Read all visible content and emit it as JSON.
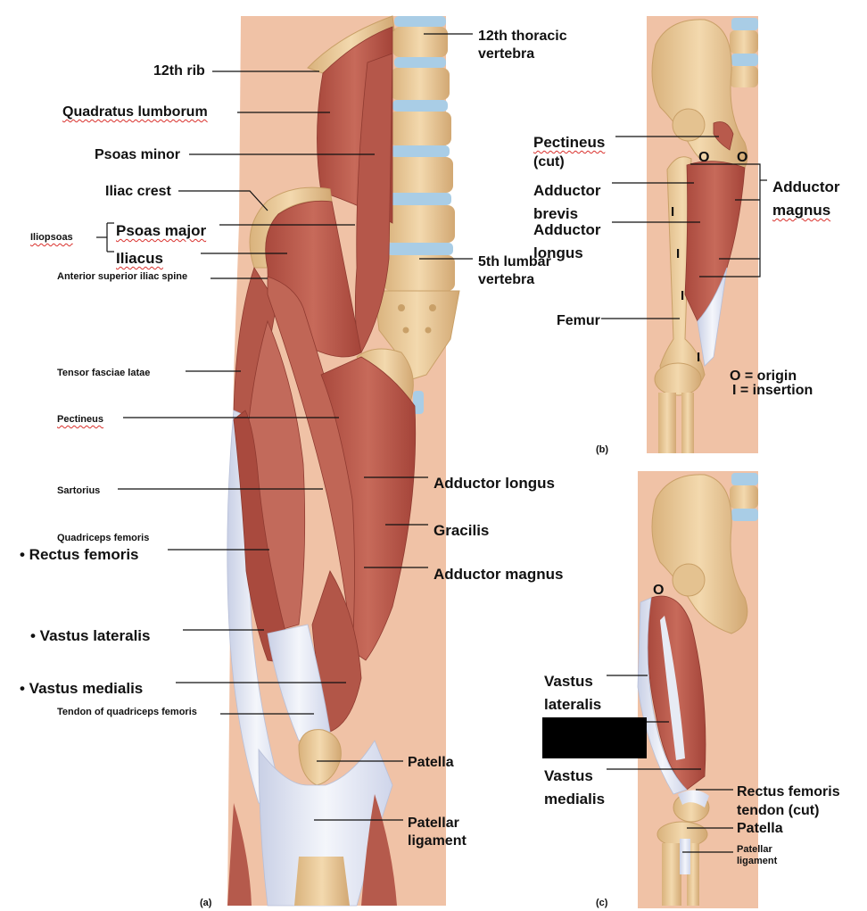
{
  "panel_a": {
    "panel_label": "(a)",
    "labels": {
      "rib12": "12th rib",
      "thoracic12_l1": "12th thoracic",
      "thoracic12_l2": "vertebra",
      "quadratus": "Quadratus lumborum",
      "psoas_minor": "Psoas minor",
      "iliac_crest": "Iliac crest",
      "iliopsoas": "Iliopsoas",
      "psoas_major": "Psoas major",
      "iliacus": "Iliacus",
      "asis": "Anterior superior iliac spine",
      "lumbar5_l1": "5th lumbar",
      "lumbar5_l2": "vertebra",
      "tensor": "Tensor fasciae latae",
      "pectineus": "Pectineus",
      "add_longus": "Adductor longus",
      "sartorius": "Sartorius",
      "gracilis": "Gracilis",
      "quadriceps": "Quadriceps femoris",
      "rectus": "• Rectus femoris",
      "add_magnus": "Adductor magnus",
      "vastus_lat": "• Vastus lateralis",
      "vastus_med": "• Vastus medialis",
      "tendon_quad": "Tendon of quadriceps femoris",
      "patella": "Patella",
      "pat_lig_l1": "Patellar",
      "pat_lig_l2": "ligament"
    }
  },
  "panel_b": {
    "panel_label": "(b)",
    "labels": {
      "pectineus_l1": "Pectineus",
      "pectineus_l2": "(cut)",
      "add_brevis_l1": "Adductor",
      "add_brevis_l2": "brevis",
      "add_longus_l1": "Adductor",
      "add_longus_l2": "longus",
      "add_magnus_l1": "Adductor",
      "add_magnus_l2": "magnus",
      "femur": "Femur",
      "origin_mark": "O",
      "insertion_mark": "I",
      "legend_origin": "O = origin",
      "legend_insertion": "I  = insertion"
    }
  },
  "panel_c": {
    "panel_label": "(c)",
    "labels": {
      "origin_mark": "O",
      "vastus_lat_l1": "Vastus",
      "vastus_lat_l2": "lateralis",
      "vastus_med_l1": "Vastus",
      "vastus_med_l2": "medialis",
      "rectus_l1": "Rectus femoris",
      "rectus_l2": "tendon (cut)",
      "patella": "Patella",
      "pat_lig_l1": "Patellar",
      "pat_lig_l2": "ligament"
    }
  },
  "colors": {
    "muscle": "#b85a4c",
    "muscle_dark": "#8f3a30",
    "bone": "#e9c896",
    "bone_shadow": "#c9a068",
    "skin": "#f0c2a6",
    "disc": "#a9cde6",
    "tendon": "#e4e8f3",
    "underline": "#d9302c"
  }
}
